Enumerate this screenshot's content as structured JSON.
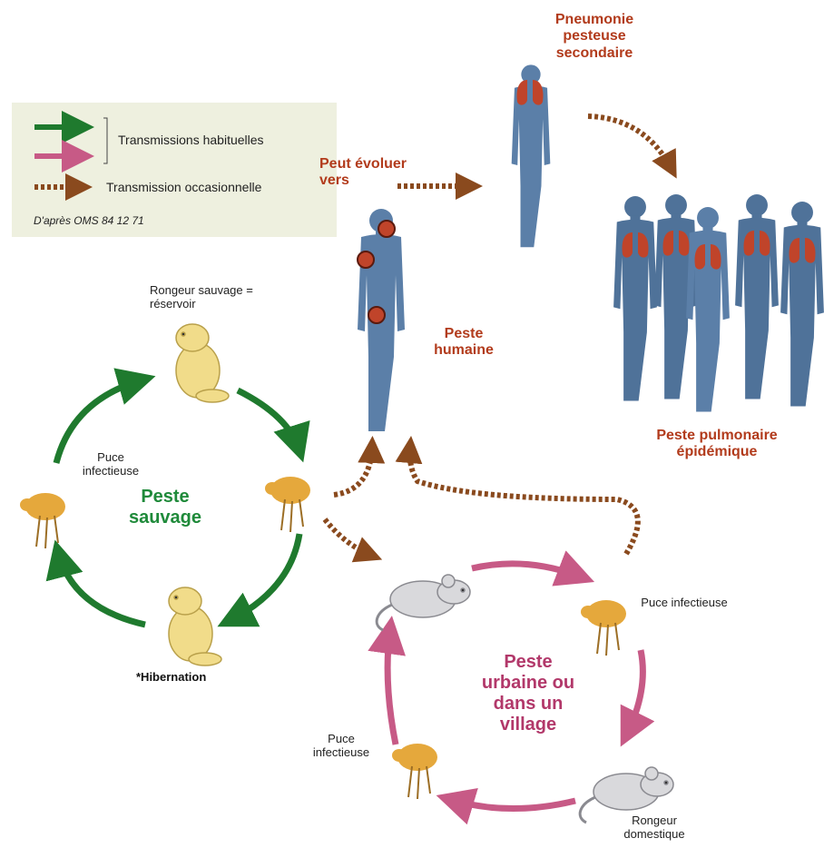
{
  "legend": {
    "usual_label": "Transmissions habituelles",
    "occasional_label": "Transmission occasionnelle",
    "source": "D'après OMS 84 12 71",
    "colors": {
      "green": "#1f7a2e",
      "pink": "#c75a86",
      "brown": "#8a4a1e"
    }
  },
  "labels": {
    "secondary_pneumonia": "Pneumonie pesteuse secondaire",
    "may_evolve": "Peut évoluer vers",
    "human_plague": "Peste humaine",
    "epidemic_pneumonic": "Peste pulmonaire épidémique",
    "wild_rodent": "Rongeur sauvage = réservoir",
    "infectious_flea_wild": "Puce infectieuse",
    "wild_plague": "Peste sauvage",
    "hibernation": "*Hibernation",
    "infectious_flea_urban_right": "Puce infectieuse",
    "urban_plague": "Peste urbaine ou dans un village",
    "infectious_flea_urban_left": "Puce infectieuse",
    "domestic_rodent": "Rongeur domestique"
  },
  "colors": {
    "human_body": "#5b7fa8",
    "lungs": "#c0442a",
    "rodent_wild": "#f1dc8a",
    "rodent_domestic": "#d9d9dc",
    "flea": "#e5a83c"
  }
}
